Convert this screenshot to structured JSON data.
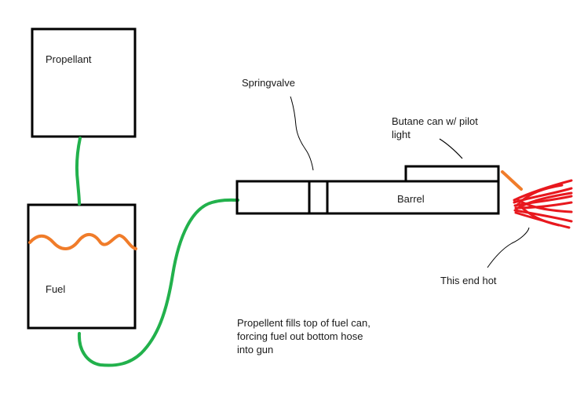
{
  "labels": {
    "propellant": "Propellant",
    "fuel": "Fuel",
    "springvalve": "Springvalve",
    "butane": "Butane can w/ pilot\nlight",
    "barrel": "Barrel",
    "hot_end": "This end hot",
    "note": "Propellent fills top of fuel can,\nforcing fuel out bottom hose\ninto gun"
  },
  "colors": {
    "outline": "#000000",
    "hose": "#22b14c",
    "fuel_surface": "#f07c2a",
    "flame": "#e8181e",
    "leader": "#000000"
  }
}
